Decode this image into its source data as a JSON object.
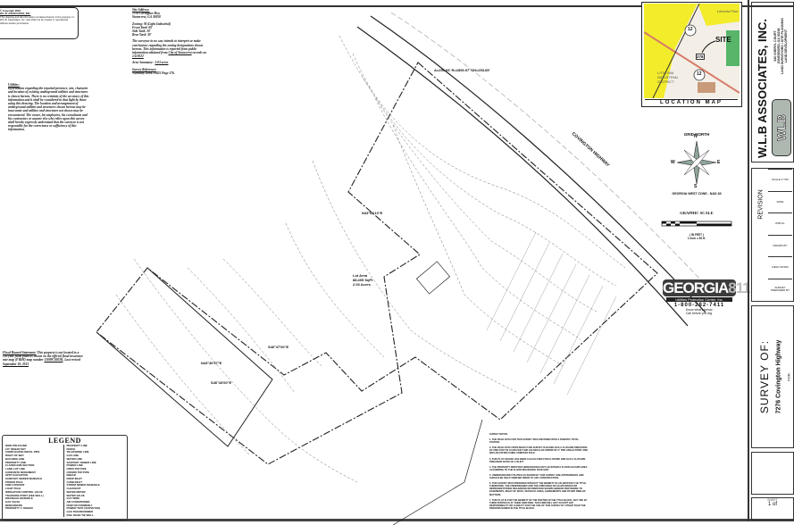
{
  "copyright": {
    "title": "© Copyright 2022",
    "company": "W.L.B. ASSOCIATES, INC.",
    "text": "This drawing and all information contained herein is the property of W.L.B. Associates, Inc. and shall not be copied or reproduced without written permission."
  },
  "site": {
    "address_label": "Site Address:",
    "address_line1": "7276 Covington Hwy",
    "address_line2": "Stonecrest, GA 30058",
    "zoning": "Zoning: M (Light Industrial)",
    "front_yard": "Front Yard: 60'",
    "side_yard": "Side Yard: 20'",
    "rear_yard": "Rear Yard: 30'",
    "zoning_note_a": "The surveyor in no way intends to interpret or make conclusions regarding the zoning designations shown hereon. This information is reported from public information obtained from",
    "zoning_source": "City of Stonecrest",
    "zoning_note_b": "records on",
    "zoning_date": "1/4/2022",
    "area_label": "Area Summary:",
    "area_value": "2.03 acres",
    "ref_label": "Survey Reference:",
    "ref_value": "Warranty Deed 29425 Page 376."
  },
  "utilities": {
    "title": "Utilities:",
    "text": "Information regarding the reported presence, size, character and location of existing underground utilities and structures is shown hereon. There is no certainty of the accuracy of this information and it shall be considered in that light by those using this drawing. The location and arrangement of underground utilities and structures shown hereon may be inaccurate and utilities and structures not shown may be encountered. The owner, his employees, his consultants and his contractors or anyone else who relies upon this survey shall hereby expressly understand that the surveyor is not responsible for the correctness or sufficiency of this information."
  },
  "flood": {
    "title": "Flood Hazard Statement:",
    "text": "This property is not located in a 100 year flood plain as shown on the official flood insurance rate map (FIRM) map number",
    "map_number": "13089C0202K",
    "rev_label": "Last revised",
    "rev_date": "September 18, 2013"
  },
  "legend": {
    "title": "LEGEND",
    "left": [
      "IRON PIN FOUND",
      "1/2\" REBAR SET",
      "CORRUGATED METAL PIPE",
      "RIGHT OF WAY",
      "BUILDING LINE",
      "PROPERTY LINE",
      "FLARED END SECTION",
      "LAND LOT LINE",
      "CONCRETE MONUMENT",
      "SPOT ELEVATION",
      "SANITARY SEWER MANHOLE",
      "POWER POLE",
      "FIRE HYDRANT",
      "LIGHT POLE",
      "IRRIGATION CONTROL VALVE",
      "TRAVERSE POINT (SEE WALL)",
      "DRAINAGE MANHOLE",
      "GAS VALVE",
      "BENCHMARK",
      "PROPERTY 1\" REBAR"
    ],
    "right": [
      "PROPERTY LINE",
      "FENCE",
      "TELEPHONE LINE",
      "GAS LINE",
      "WATER LINE",
      "SANITARY SEWER LINE",
      "POWER LINE",
      "OPEN TOP PIPE",
      "CROWN TOP PIPE",
      "REBAR",
      "DROP INLET",
      "CURB INLET",
      "STORM SEWER MANHOLE",
      "CLEANOUT",
      "WATER METER",
      "WATER VALVE",
      "GUY WIRE",
      "AIR CONDITIONER",
      "NOW OR FORMERLY",
      "POWER TEST (SURVEYED)",
      "GAS TRANSFORMER",
      "RAIL ROAD TIE WALL"
    ]
  },
  "notes": {
    "title": "SURVEY NOTES",
    "items": [
      "1. THE FIELD DATA FOR THIS SURVEY WAS OBTAINED WITH A ROBOTIC TOTAL STATION.",
      "2. THE FIELD DATA UPON WHICH THIS SURVEY IS BASED HAS A CLOSURE PRECISION OF ONE FOOT IN 15,000 FEET AND AN ANGULAR ERROR OF 3\" PER ANGLE POINT AND WAS ADJUSTED USING COMPASS RULE.",
      "3. THIS PLAT OR MAP HAS BEEN CALCULATED FOR CLOSURE AND HAS A CLOSURE PRECISION RATIO OF 1:95,877.",
      "4. THE PROPERTY DEPICTED HEREON DOES NOT LIE WITHIN A FLOOD HAZARD AREA ACCORDING TO THE FLOOD INSURANCE RATE MAP.",
      "5. UNDERGROUND UTILITIES AS SHOWN BY THIS SURVEY ARE APPROXIMATE AND SHOULD BE FIELD VERIFIED PRIOR TO ANY CONSTRUCTION.",
      "6. THIS SURVEY WAS PREPARED WITHOUT THE BENEFIT OF AN ABSTRACT OF TITLE. THEREFORE, THE UNDERSIGNED AND THE FIRM MAKE NO GUARANTEES OR REPRESENTATIONS REGARDING INFORMATION SHOWN HEREON PERTAINING TO EASEMENTS, RIGHT OF WAYS, SETBACK LINES, AGREEMENTS AND OTHER SIMILAR MATTERS.",
      "7. THIS PLAT IS FOR THE BENEFIT OF THE PARTIES IN THE TITLE BLOCK, ANY USE BY THIRD PARTIES IS AT THEIR OWN RISK. THIS FIRM WILL NOT ACCEPT ANY RESPONSIBILITY OR LIABILITY FOR THE USE OF THIS SURVEY BY OTHER THAN THE PERSONS NAMED IN THE TITLE BLOCK."
    ]
  },
  "plan": {
    "lot_label": "Lot Area",
    "lot_area": "88,405 SqFt",
    "lot_acres": "2.03 Acres",
    "bearing_1": "N43°09'10\"E",
    "bearing_2": "N43°40'57\"E",
    "bearing_3": "S46°47'00\"E",
    "bearing_4": "S46°43'00\"E",
    "road_name": "COVINGTON HIGHWAY",
    "curve": "A=253.93' R=2853.57' CH=253.85'"
  },
  "location_map": {
    "label": "LOCATION MAP",
    "site_label": "SITE",
    "district_label": "LITHONIA INDUSTRIAL DISTRICT",
    "park_label": "Lithonia Park",
    "route_12": "12",
    "route_278": "278"
  },
  "north_arrow": {
    "title": "GRID NORTH",
    "n": "N",
    "s": "S",
    "e": "E",
    "w": "W",
    "datum": "GEORGIA WEST ZONE - NAD 83"
  },
  "graphic_scale": {
    "title": "GRAPHIC SCALE",
    "units": "( IN FEET )",
    "ratio": "1 inch = 50 ft."
  },
  "georgia811": {
    "logo_main": "GEORGIA",
    "logo_num": "811",
    "sub": "Utilities Protection Center, Inc.",
    "phone": "1-800-282-7411",
    "tag1": "Know what's below.",
    "tag2": "Call before you dig."
  },
  "title_block": {
    "company": "W.L.B ASSOCIATES, INC.",
    "address1": "340 CHERYL COURT",
    "address2": "JONESBORO, GA 30236",
    "services1": "LAND SURVEYORS • SITE PLANNING",
    "services2": "LAND DEVELOPMENT",
    "logo": "WLB",
    "revision_label": "REVISION",
    "rev_cols": [
      "SCALE 1\"=50'",
      "DATE",
      "JOB No.",
      "DRAWN BY",
      "FIELD WORK",
      "SURVEY PREPARED BY"
    ],
    "survey_of": "SURVEY OF:",
    "road": "7276 Covington Highway",
    "for_label": "FOR:",
    "sheet_label": "SHEET",
    "sheet_value": "1 of"
  },
  "colors": {
    "map_yellow": "#f2ec2a",
    "map_green": "#58b56a",
    "logo_gray": "#aeb8b0"
  }
}
